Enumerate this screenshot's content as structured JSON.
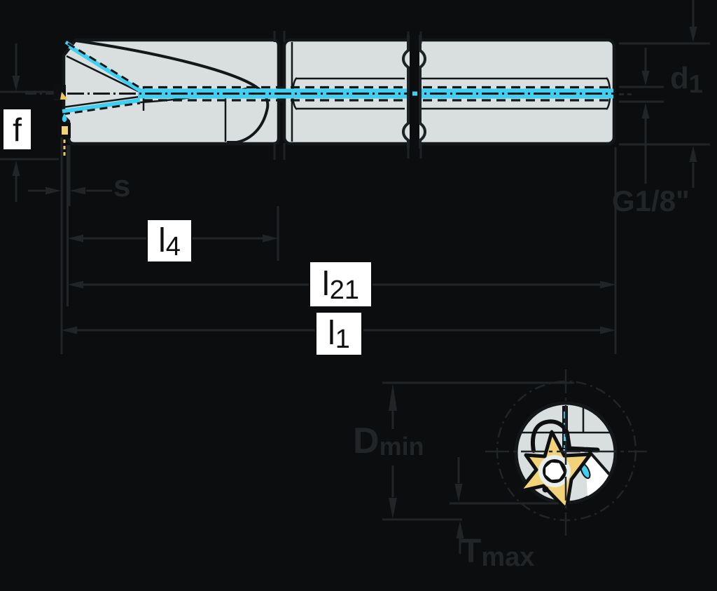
{
  "labels": {
    "f": "f",
    "s": "s",
    "l4": {
      "base": "l",
      "sub": "4"
    },
    "l21": {
      "base": "l",
      "sub": "21"
    },
    "l1": {
      "base": "l",
      "sub": "1"
    },
    "d1": {
      "base": "d",
      "sub": "1"
    },
    "thread": "G1/8\"",
    "dmin": {
      "base": "D",
      "sub": "min"
    },
    "tmax": {
      "base": "T",
      "sub": "max"
    }
  },
  "colors": {
    "bg": "#0b0d0e",
    "dim": "#212528",
    "body": "#d9dfde",
    "outline": "#14171a",
    "inner": "#1a1d20",
    "cyan": "#3ecff1",
    "yellow": "#f0c75f",
    "insert": "#f2d278",
    "ring": "#e7eeec",
    "white": "#ffffff",
    "label_dark": "#0d0f10"
  }
}
